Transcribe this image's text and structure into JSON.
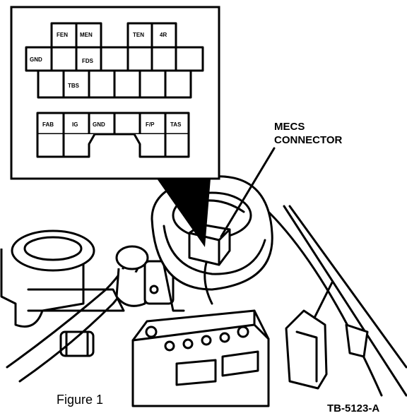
{
  "detail": {
    "upper_labels": [
      "FEN",
      "MEN",
      "TEN",
      "4R",
      "GND",
      "FDS",
      "TBS"
    ],
    "lower_labels": [
      "FAB",
      "IG",
      "GND",
      "F/P",
      "TAS"
    ]
  },
  "callout": {
    "line1": "MECS",
    "line2": "CONNECTOR"
  },
  "caption": "Figure 1",
  "reference": "TB-5123-A"
}
